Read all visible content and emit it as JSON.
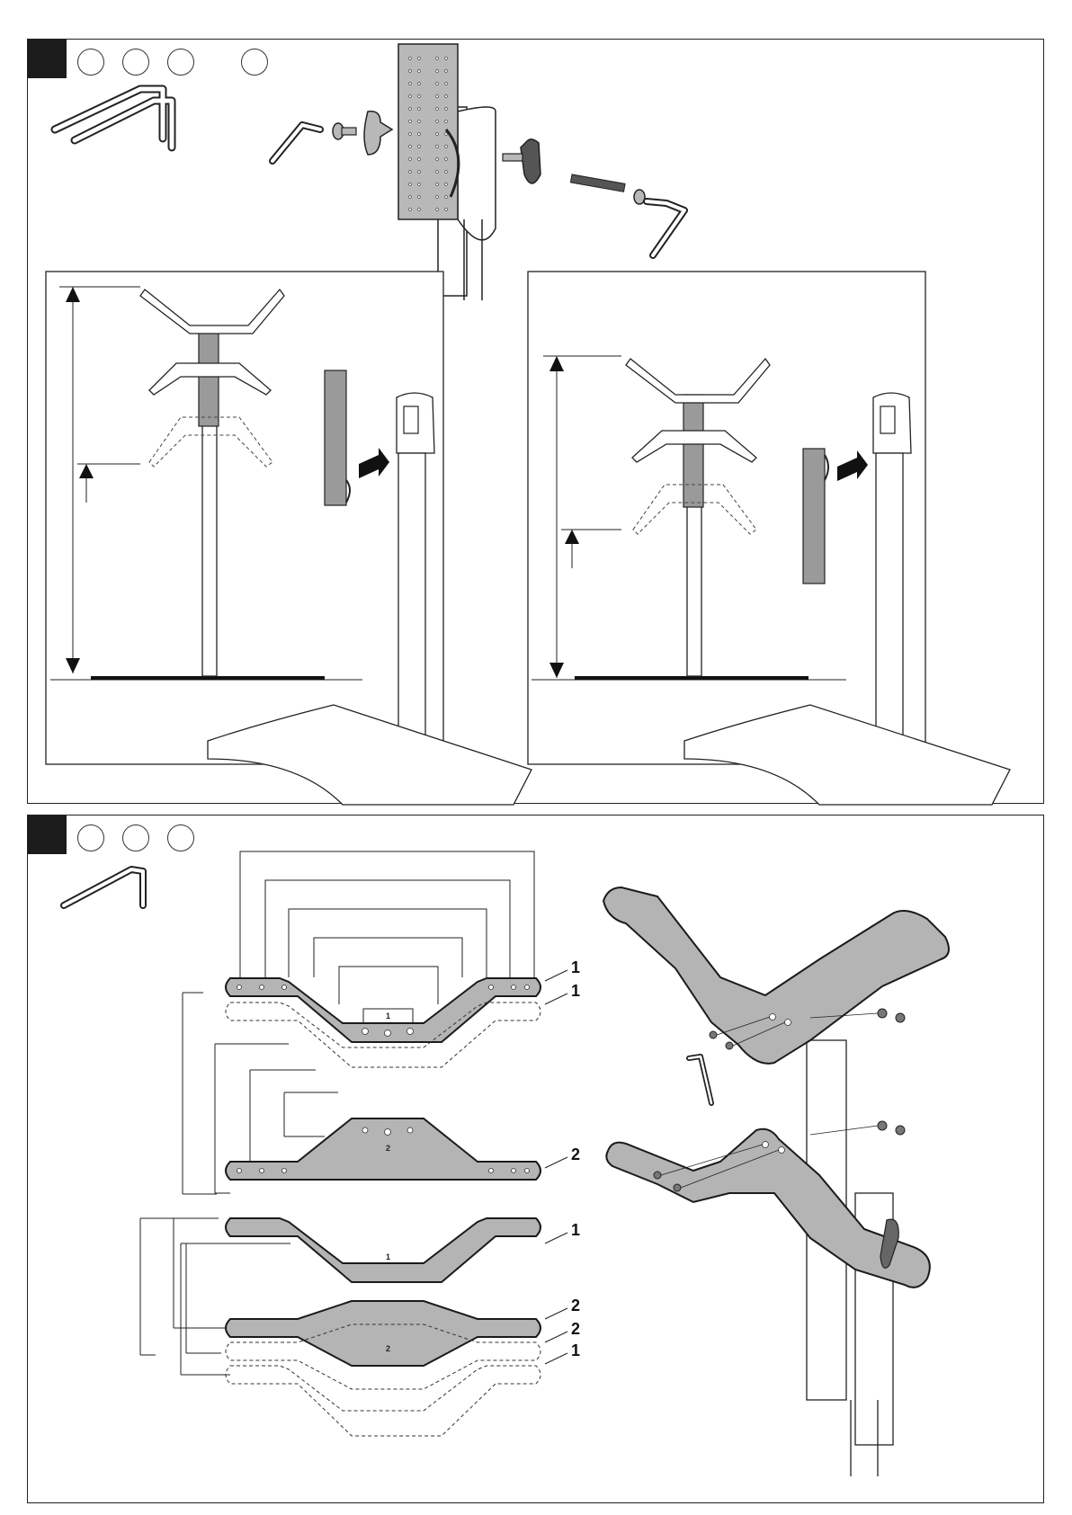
{
  "step_top": {
    "circles": [
      "",
      "",
      "",
      ""
    ]
  },
  "step_bottom": {
    "circles": [
      "",
      "",
      ""
    ],
    "part_labels": [
      "1",
      "1",
      "2",
      "1",
      "2",
      "2",
      "1"
    ],
    "plate_stamps": [
      "1",
      "2",
      "1",
      "2"
    ]
  },
  "colors": {
    "plate_fill": "#b4b4b4",
    "line": "#1a1a1a",
    "badge": "#1b1b1b"
  }
}
